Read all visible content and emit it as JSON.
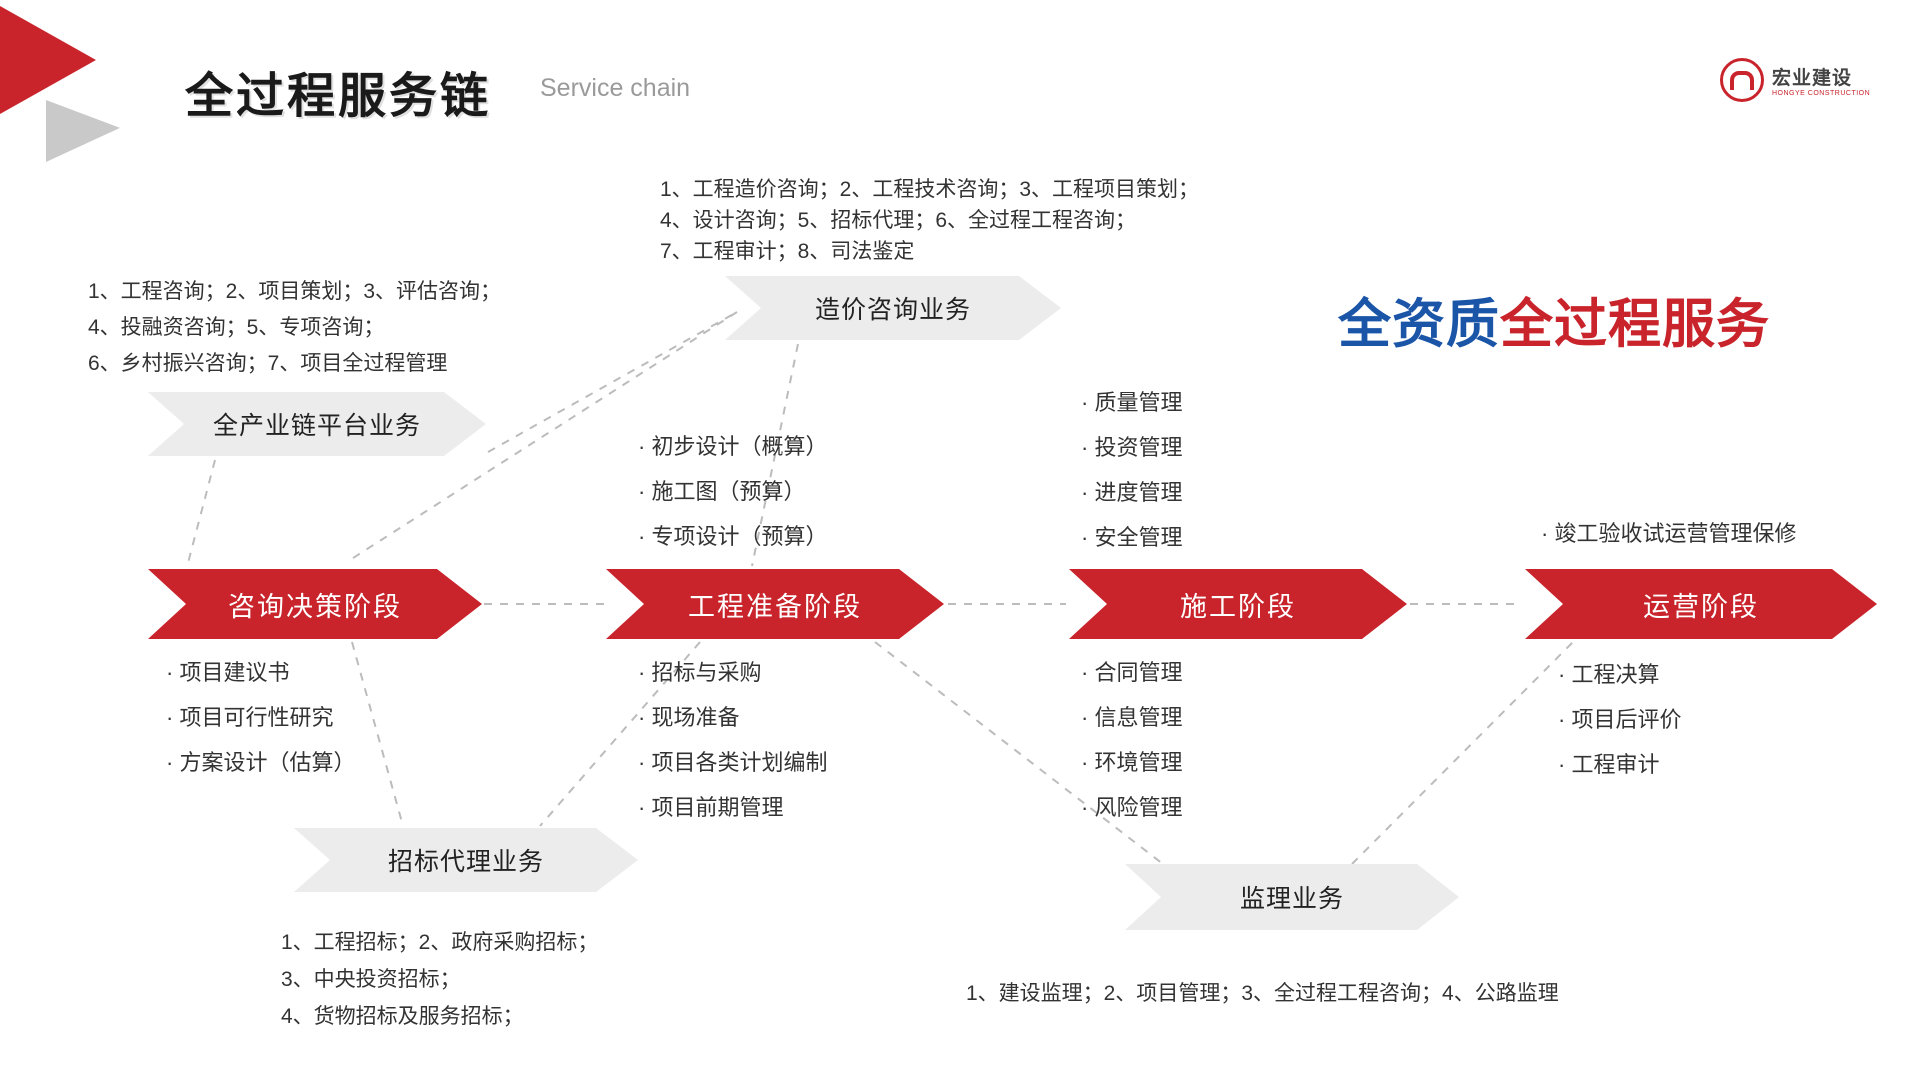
{
  "page": {
    "title": "全过程服务链",
    "subtitle": "Service chain"
  },
  "logo": {
    "name": "宏业建设",
    "subtext": "HONGYE CONSTRUCTION"
  },
  "slogan": {
    "blue": "全资质",
    "red": "全过程服务"
  },
  "colors": {
    "red": "#c9242b",
    "blue": "#1b55a8",
    "gray_arrow": "#ececec",
    "dash_line": "#bcbcbc"
  },
  "stages": [
    {
      "label": "咨询决策阶段",
      "above": [],
      "below": [
        "· 项目建议书",
        "· 项目可行性研究",
        "· 方案设计（估算）"
      ]
    },
    {
      "label": "工程准备阶段",
      "above": [
        "· 初步设计（概算）",
        "· 施工图（预算）",
        "· 专项设计（预算）"
      ],
      "below": [
        "· 招标与采购",
        "· 现场准备",
        "· 项目各类计划编制",
        "· 项目前期管理"
      ]
    },
    {
      "label": "施工阶段",
      "above": [
        "· 质量管理",
        "· 投资管理",
        "· 进度管理",
        "· 安全管理"
      ],
      "below": [
        "· 合同管理",
        "· 信息管理",
        "· 环境管理",
        "· 风险管理"
      ]
    },
    {
      "label": "运营阶段",
      "above": [
        "· 竣工验收试运营管理保修"
      ],
      "below": [
        "· 工程决算",
        "· 项目后评价",
        "· 工程审计"
      ]
    }
  ],
  "businesses": [
    {
      "label": "全产业链平台业务",
      "note": [
        "1、工程咨询；2、项目策划；3、评估咨询；",
        "4、投融资咨询；5、专项咨询；",
        "6、乡村振兴咨询；7、项目全过程管理"
      ]
    },
    {
      "label": "造价咨询业务",
      "note": [
        "1、工程造价咨询；2、工程技术咨询；3、工程项目策划；",
        "4、设计咨询；5、招标代理；6、全过程工程咨询；",
        "7、工程审计；8、司法鉴定"
      ]
    },
    {
      "label": "招标代理业务",
      "note": [
        "1、工程招标；2、政府采购招标；",
        "3、中央投资招标；",
        "4、货物招标及服务招标；"
      ]
    },
    {
      "label": "监理业务",
      "note": [
        "1、建设监理；2、项目管理；3、全过程工程咨询；4、公路监理"
      ]
    }
  ]
}
